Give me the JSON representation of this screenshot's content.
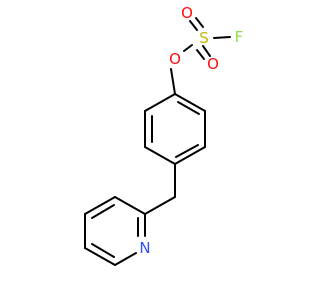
{
  "structure": {
    "atoms": {
      "fluorine": {
        "symbol": "F",
        "color": "#90e050"
      },
      "sulfur": {
        "symbol": "S",
        "color": "#c8b400"
      },
      "oxygen_sulfonyl_top": {
        "symbol": "O",
        "color": "#ff0d0d"
      },
      "oxygen_sulfonyl_bottom": {
        "symbol": "O",
        "color": "#ff0d0d"
      },
      "oxygen_ester": {
        "symbol": "O",
        "color": "#ff0d0d"
      },
      "nitrogen": {
        "symbol": "N",
        "color": "#3050f8"
      }
    },
    "bond_color": "#000000"
  }
}
